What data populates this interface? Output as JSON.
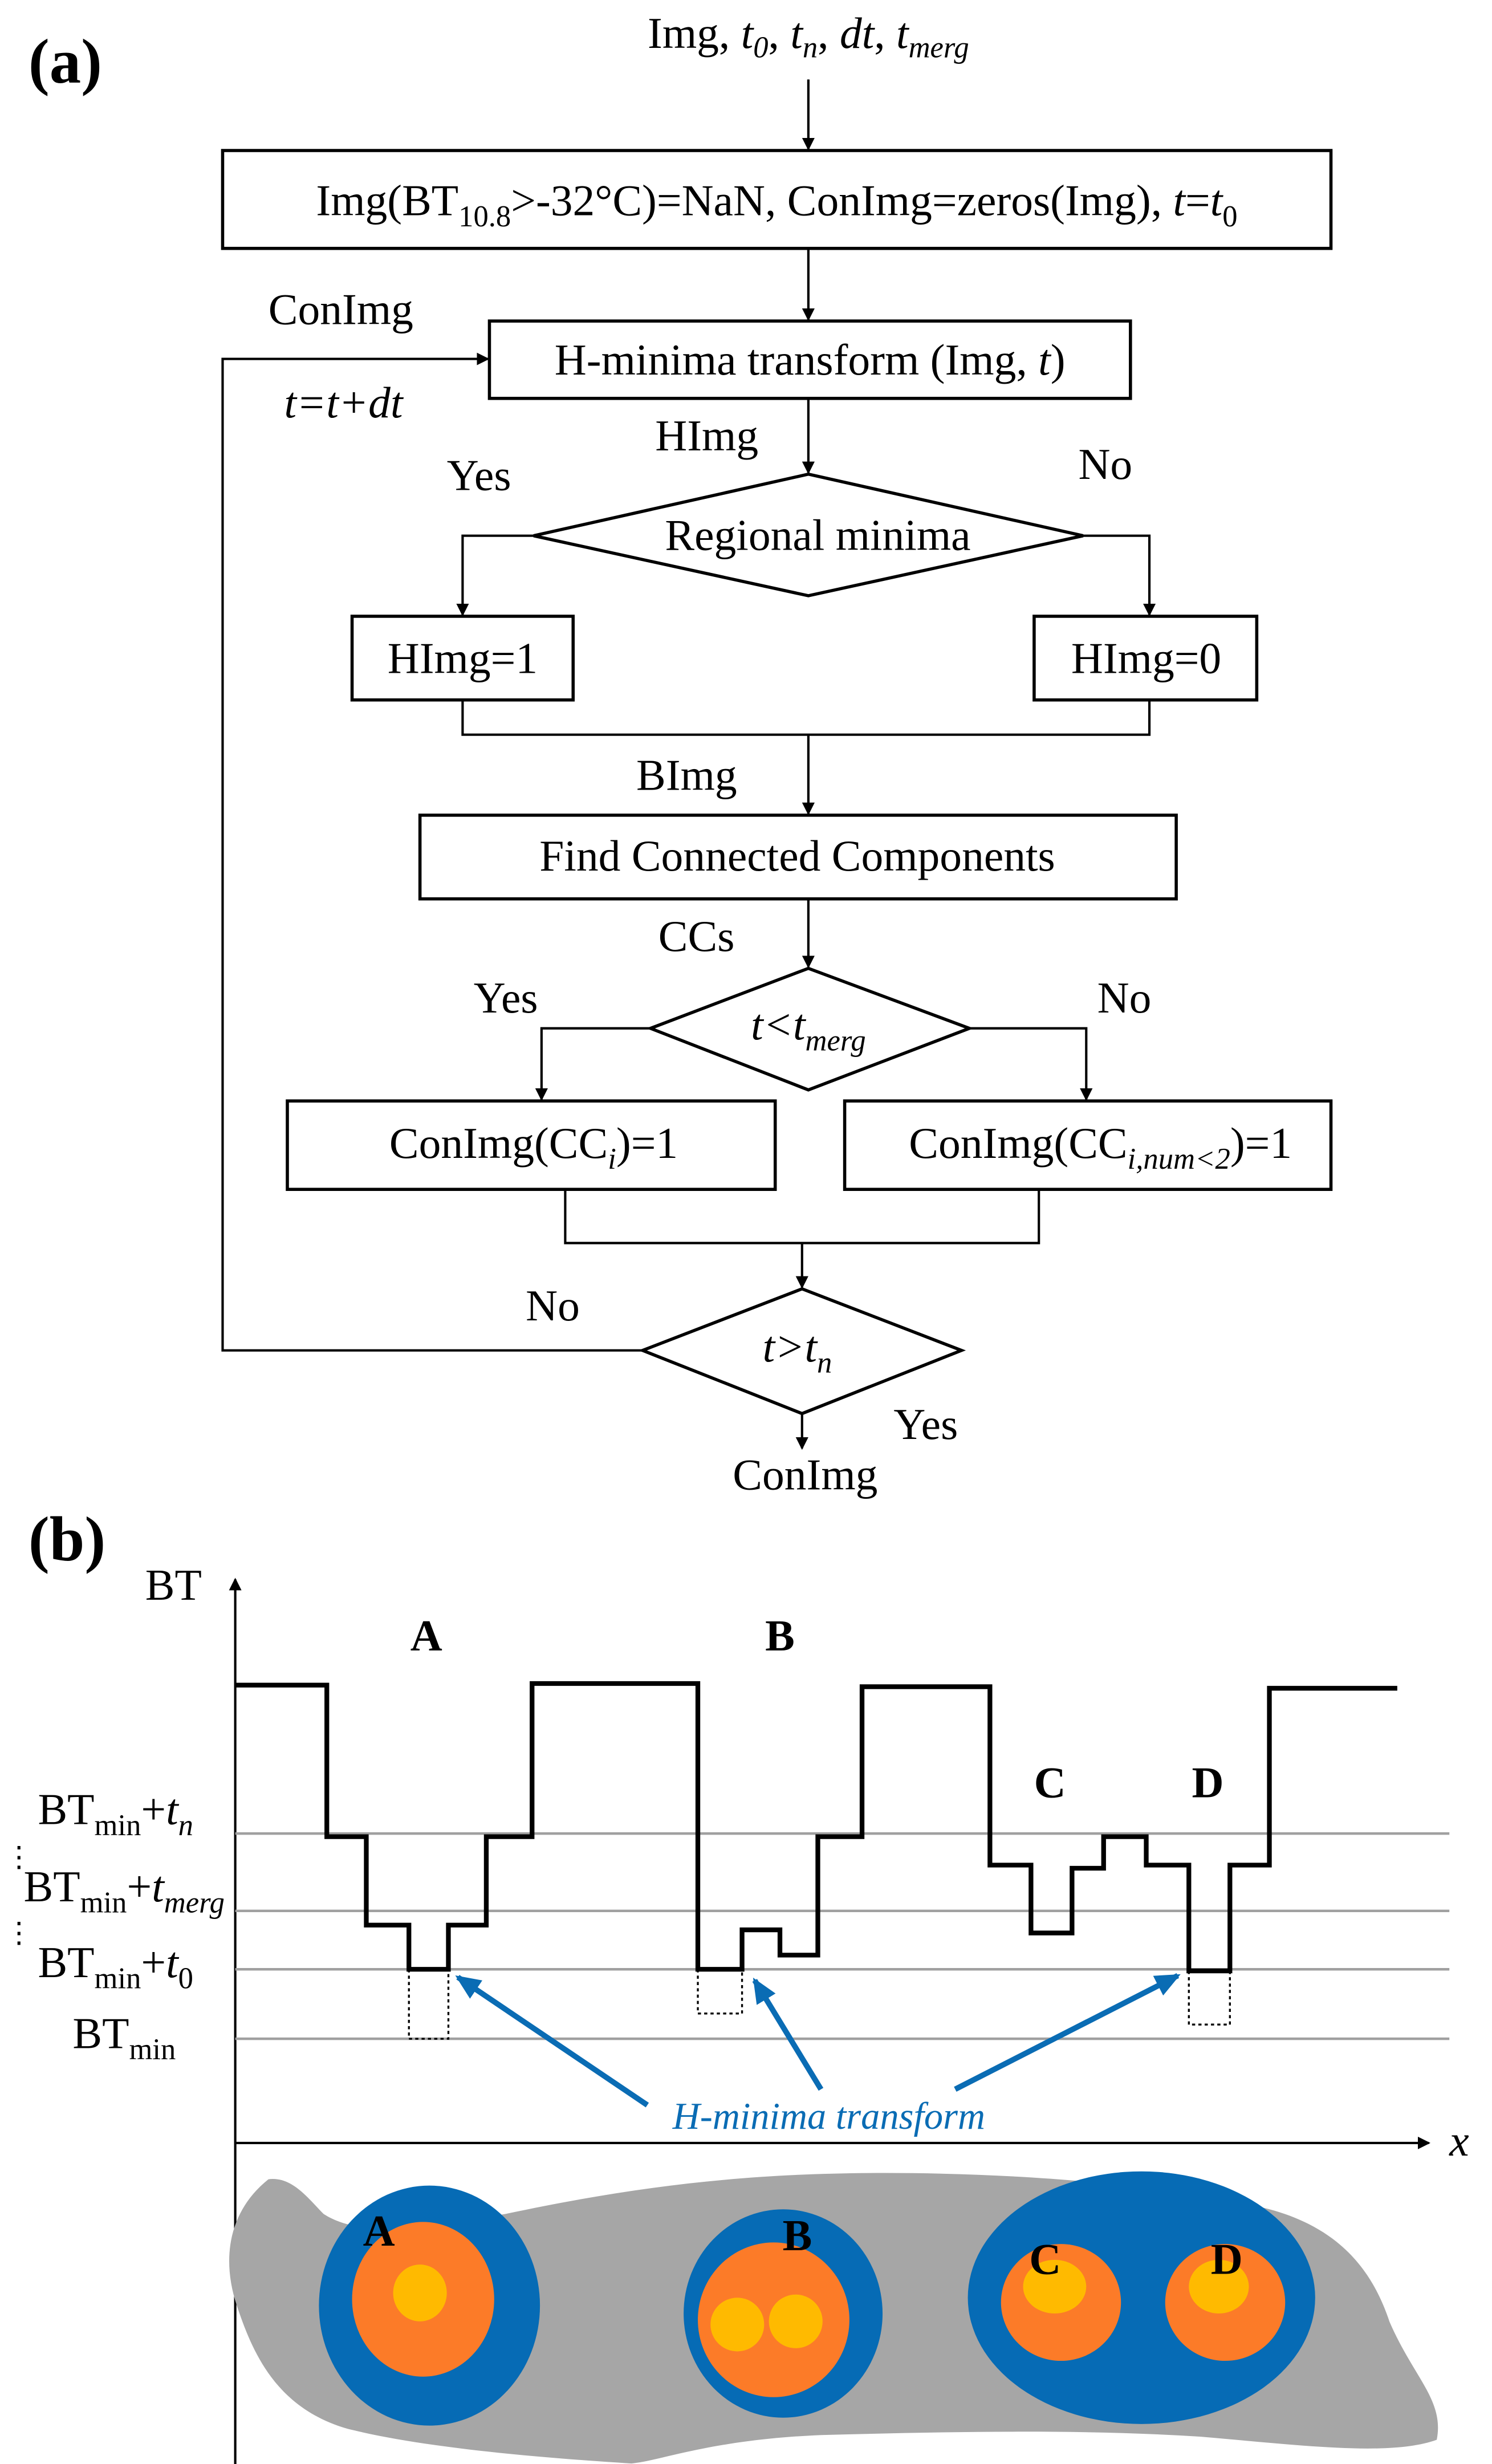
{
  "panel_a": {
    "label": "(a)",
    "inputs": {
      "img": "Img, ",
      "t0": "t",
      "t0_sub": "0",
      "sep1": ", ",
      "tn": "t",
      "tn_sub": "n",
      "sep2": ", ",
      "dt": "dt",
      "sep3": ", ",
      "tmerg": "t",
      "tmerg_sub": "merg"
    },
    "init_box": {
      "p1": "Img(BT",
      "p1_sub": "10.8",
      "p2": ">-32°C)=NaN, ConImg=zeros(Img),  ",
      "t": "t",
      "eq": "=",
      "t0": "t",
      "t0_sub": "0"
    },
    "loop_label": "ConImg",
    "loop_update": "t=t+dt",
    "hmin_box": {
      "text": "H-minima transform (Img, ",
      "t": "t",
      "close": ")"
    },
    "himg_label": "HImg",
    "decision1": {
      "text": "Regional minima",
      "yes": "Yes",
      "no": "No"
    },
    "himg1": "HImg=1",
    "himg0": "HImg=0",
    "bimg_label": "BImg",
    "cc_box": "Find Connected Components",
    "ccs_label": "CCs",
    "decision2": {
      "t": "t<t",
      "sub": "merg",
      "yes": "Yes",
      "no": "No"
    },
    "conimg_left": {
      "p1": "ConImg(CC",
      "sub": "i",
      "p2": ")=1"
    },
    "conimg_right": {
      "p1": "ConImg(CC",
      "sub": "i,num<2",
      "p2": ")=1"
    },
    "decision3": {
      "t": "t>t",
      "sub": "n",
      "yes": "Yes",
      "no": "No"
    },
    "output": "ConImg"
  },
  "panel_b": {
    "label": "(b)",
    "y_axis": "BT",
    "x_axis": "x",
    "levels": [
      {
        "base": "BT",
        "sub": "min",
        "plus": "+",
        "t": "t",
        "tsub": "n"
      },
      {
        "base": "BT",
        "sub": "min",
        "plus": "+",
        "t": "t",
        "tsub": "merg"
      },
      {
        "base": "BT",
        "sub": "min",
        "plus": "+",
        "t": "t",
        "tsub": "0"
      },
      {
        "base": "BT",
        "sub": "min"
      }
    ],
    "minima_labels": [
      "A",
      "B",
      "C",
      "D"
    ],
    "annotation": "H-minima transform",
    "annotation_color": "#0a6cb4",
    "map_labels": [
      "A",
      "B",
      "C",
      "D"
    ],
    "colors": {
      "cloud": "#a6a6a6",
      "outer": "#066bb5",
      "middle": "#fc7b28",
      "core": "#ffba00"
    }
  }
}
